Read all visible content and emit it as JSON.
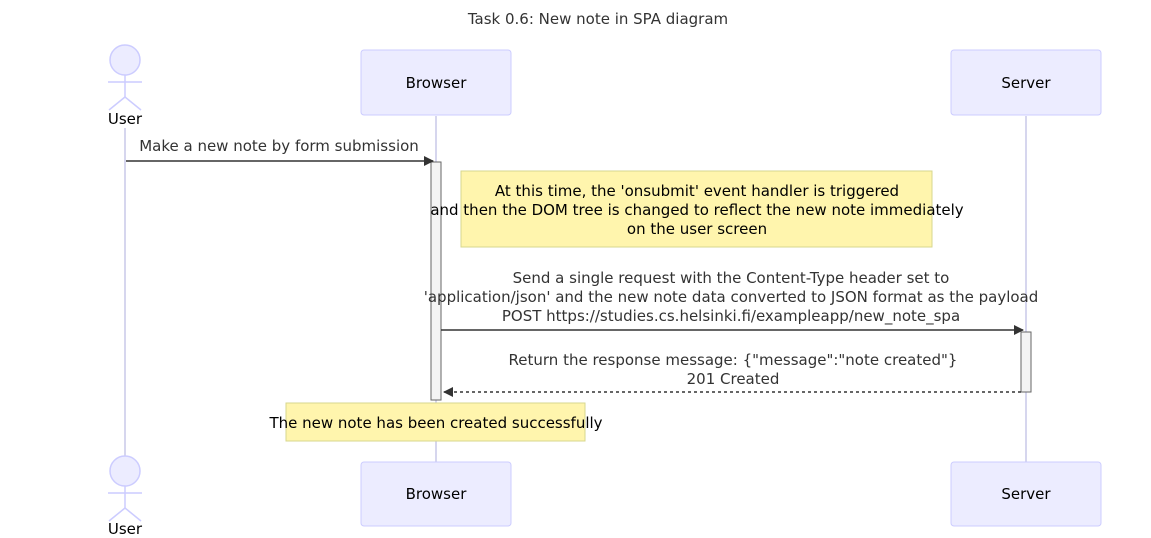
{
  "diagram": {
    "title": "Task 0.6: New note in SPA diagram",
    "participants": {
      "user": {
        "label": "User",
        "kind": "actor"
      },
      "browser": {
        "label": "Browser",
        "kind": "participant"
      },
      "server": {
        "label": "Server",
        "kind": "participant"
      }
    },
    "messages": {
      "m1": {
        "lines": [
          "Make a new note by form submission"
        ],
        "style": "solid",
        "from": "User",
        "to": "Browser"
      },
      "m2": {
        "lines": [
          "Send a single request with the Content-Type header set to",
          "'application/json' and the new note data converted to JSON format as the payload",
          "POST https://studies.cs.helsinki.fi/exampleapp/new_note_spa"
        ],
        "style": "solid",
        "from": "Browser",
        "to": "Server"
      },
      "m3": {
        "lines": [
          "Return the response message: {\"message\":\"note created\"}",
          "201 Created"
        ],
        "style": "dotted",
        "from": "Server",
        "to": "Browser"
      }
    },
    "notes": {
      "n1": {
        "lines": [
          "At this time, the 'onsubmit' event handler is triggered",
          "and then the DOM tree is changed to reflect the new note immediately",
          "on the user screen"
        ]
      },
      "n2": {
        "lines": [
          "The new note has been created successfully"
        ]
      }
    },
    "colors": {
      "participant_fill": "#ECECFF",
      "participant_stroke": "#CCCCFF",
      "lifeline": "#C9C9E8",
      "note_fill": "#FFF5AD",
      "note_stroke": "#D7D78E",
      "arrow": "#333333",
      "activation_fill": "#F4F4F4",
      "activation_stroke": "#666666"
    }
  }
}
